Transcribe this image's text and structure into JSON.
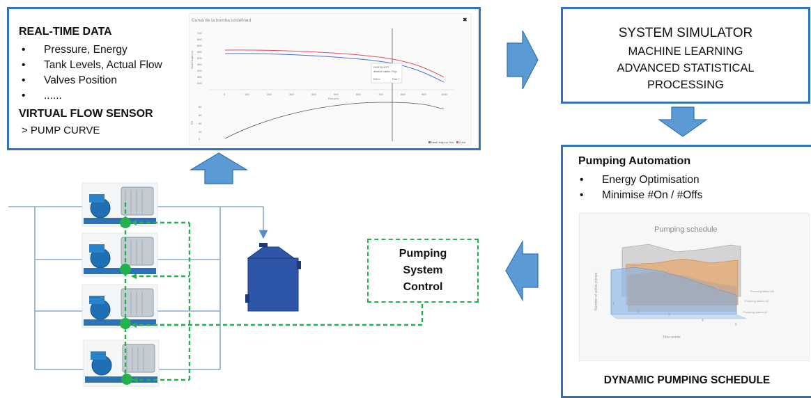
{
  "realtime": {
    "title": "REAL-TIME DATA",
    "items": [
      "Pressure, Energy",
      "Tank Levels, Actual Flow",
      "Valves Position",
      "......"
    ],
    "sensor_title": "VIRTUAL FLOW SENSOR",
    "sensor_sub": "> PUMP CURVE"
  },
  "pump_chart": {
    "title": "Curva de la bomba undefined",
    "close": "✖",
    "tooltip_lines": [
      "00:00 00:00 FT",
      "Altura de caldas / Flujo",
      "Edit m",
      "Flow l"
    ],
    "legend": [
      "Head Height vs Flow",
      "Curve"
    ],
    "x_ticks": [
      "0",
      "100",
      "200",
      "300",
      "400",
      "500",
      "600",
      "700",
      "800",
      "900",
      "1000"
    ],
    "y_ticks_top": [
      "700",
      "650",
      "600",
      "550",
      "500",
      "450",
      "400",
      "350",
      "300",
      "250",
      "200"
    ],
    "y_ticks_bottom": [
      "80",
      "60",
      "40",
      "20",
      "0"
    ],
    "xlabel": "Flow (m³)",
    "ylabel_top": "Head Height (m)",
    "ylabel_bottom": "P.E"
  },
  "simulator": {
    "title": "SYSTEM SIMULATOR",
    "lines": [
      "MACHINE LEARNING",
      "ADVANCED STATISTICAL",
      "PROCESSING"
    ]
  },
  "automation": {
    "title": "Pumping Automation",
    "items": [
      "Energy Optimisation",
      "Minimise #On / #Offs"
    ],
    "footer": "DYNAMIC PUMPING SCHEDULE"
  },
  "schedule_chart": {
    "title": "Pumping schedule",
    "x_ticks": [
      "1",
      "2",
      "3",
      "4",
      "5"
    ],
    "xlabel": "Time points",
    "ylabel": "Number of active pumps",
    "series": [
      "Pumping station #3",
      "Pumping station #2",
      "Pumping station #1"
    ],
    "colors": [
      "#a8a8a8",
      "#e8a46a",
      "#8fb8e8"
    ]
  },
  "control": {
    "lines": [
      "Pumping",
      "System",
      "Control"
    ]
  },
  "colors": {
    "border_blue": "#2f73b8",
    "arrow_blue": "#5b9bd5",
    "pipe_blue": "#8aa8cf",
    "signal_green": "#22b14c",
    "tank_blue": "#2e56a8"
  }
}
